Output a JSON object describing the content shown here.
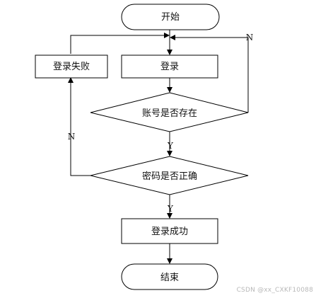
{
  "nodes": {
    "start": "开始",
    "login": "登录",
    "login_failed": "登录失败",
    "account_exists": "账号是否存在",
    "password_correct": "密码是否正确",
    "login_success": "登录成功",
    "end": "结束"
  },
  "branch_labels": {
    "account_no": "N",
    "account_yes": "Y",
    "password_no": "N",
    "password_yes": "Y"
  },
  "watermark": "CSDN @xx_CXKF10088",
  "colors": {
    "stroke": "#000000",
    "fill": "#ffffff",
    "watermark": "#b8b8b8"
  }
}
